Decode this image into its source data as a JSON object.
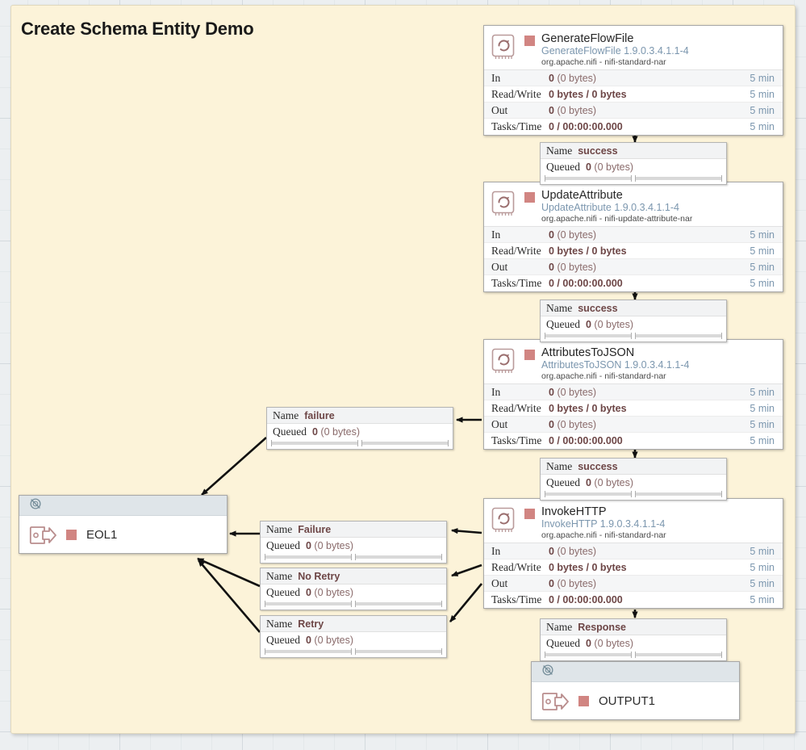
{
  "process_group": {
    "title": "Create Schema Entity Demo"
  },
  "stat_labels": {
    "in": "In",
    "read_write": "Read/Write",
    "out": "Out",
    "tasks_time": "Tasks/Time"
  },
  "connection_labels": {
    "name": "Name",
    "queued": "Queued"
  },
  "processors": [
    {
      "id": "generateflowfile",
      "name": "GenerateFlowFile",
      "type": "GenerateFlowFile 1.9.0.3.4.1.1-4",
      "bundle": "org.apache.nifi - nifi-standard-nar",
      "status": "stopped",
      "status_color": "#d18582",
      "icon": "processor-icon",
      "stats": {
        "in": "0",
        "in_bytes": "(0 bytes)",
        "read_write": "0 bytes / 0 bytes",
        "out": "0",
        "out_bytes": "(0 bytes)",
        "tasks_time": "0 / 00:00:00.000",
        "window": "5 min"
      }
    },
    {
      "id": "updateattribute",
      "name": "UpdateAttribute",
      "type": "UpdateAttribute 1.9.0.3.4.1.1-4",
      "bundle": "org.apache.nifi - nifi-update-attribute-nar",
      "status": "stopped",
      "status_color": "#d18582",
      "icon": "processor-icon",
      "stats": {
        "in": "0",
        "in_bytes": "(0 bytes)",
        "read_write": "0 bytes / 0 bytes",
        "out": "0",
        "out_bytes": "(0 bytes)",
        "tasks_time": "0 / 00:00:00.000",
        "window": "5 min"
      }
    },
    {
      "id": "attributestojson",
      "name": "AttributesToJSON",
      "type": "AttributesToJSON 1.9.0.3.4.1.1-4",
      "bundle": "org.apache.nifi - nifi-standard-nar",
      "status": "stopped",
      "status_color": "#d18582",
      "icon": "processor-icon",
      "stats": {
        "in": "0",
        "in_bytes": "(0 bytes)",
        "read_write": "0 bytes / 0 bytes",
        "out": "0",
        "out_bytes": "(0 bytes)",
        "tasks_time": "0 / 00:00:00.000",
        "window": "5 min"
      }
    },
    {
      "id": "invokehttp",
      "name": "InvokeHTTP",
      "type": "InvokeHTTP 1.9.0.3.4.1.1-4",
      "bundle": "org.apache.nifi - nifi-standard-nar",
      "status": "stopped",
      "status_color": "#d18582",
      "icon": "processor-icon",
      "stats": {
        "in": "0",
        "in_bytes": "(0 bytes)",
        "read_write": "0 bytes / 0 bytes",
        "out": "0",
        "out_bytes": "(0 bytes)",
        "tasks_time": "0 / 00:00:00.000",
        "window": "5 min"
      }
    }
  ],
  "connections": [
    {
      "id": "gff-to-ua",
      "name": "success",
      "queued": "0",
      "queued_bytes": "(0 bytes)"
    },
    {
      "id": "ua-to-atj",
      "name": "success",
      "queued": "0",
      "queued_bytes": "(0 bytes)"
    },
    {
      "id": "atj-failure",
      "name": "failure",
      "queued": "0",
      "queued_bytes": "(0 bytes)"
    },
    {
      "id": "atj-to-ih",
      "name": "success",
      "queued": "0",
      "queued_bytes": "(0 bytes)"
    },
    {
      "id": "ih-failure",
      "name": "Failure",
      "queued": "0",
      "queued_bytes": "(0 bytes)"
    },
    {
      "id": "ih-noretry",
      "name": "No Retry",
      "queued": "0",
      "queued_bytes": "(0 bytes)"
    },
    {
      "id": "ih-retry",
      "name": "Retry",
      "queued": "0",
      "queued_bytes": "(0 bytes)"
    },
    {
      "id": "ih-response",
      "name": "Response",
      "queued": "0",
      "queued_bytes": "(0 bytes)"
    }
  ],
  "ports": [
    {
      "id": "eol1",
      "name": "EOL1",
      "kind": "output-port",
      "status": "stopped",
      "status_color": "#d18582",
      "transmission": "not-transmitting"
    },
    {
      "id": "output1",
      "name": "OUTPUT1",
      "kind": "output-port",
      "status": "stopped",
      "status_color": "#d18582",
      "transmission": "not-transmitting"
    }
  ],
  "colors": {
    "canvas": "#eceff1",
    "group_fill": "#fcf3d9",
    "stopped": "#d18582",
    "link_text": "#7b96ae",
    "value_text": "#6d4646"
  }
}
